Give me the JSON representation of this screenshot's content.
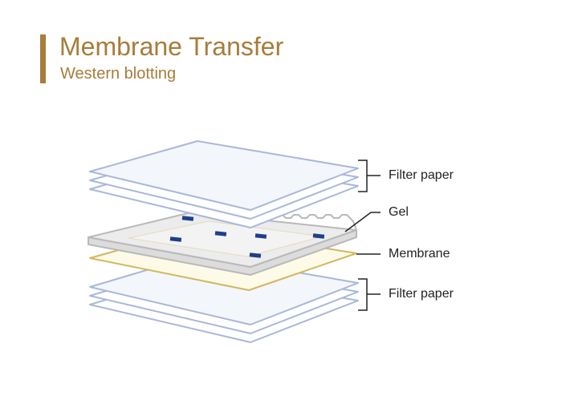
{
  "header": {
    "title": "Membrane Transfer",
    "subtitle": "Western blotting"
  },
  "labels": {
    "filter_top": "Filter paper",
    "gel": "Gel",
    "membrane": "Membrane",
    "filter_bottom": "Filter paper"
  },
  "colors": {
    "accent": "#a87c3a",
    "filter_stroke": "#a9b7d8",
    "filter_fill": "#f3f6fb",
    "gel_stroke": "#b9b9b9",
    "gel_fill": "#ececec",
    "membrane_stroke": "#d4b65e",
    "membrane_fill": "#fdfbe8",
    "band": "#1f3f8a",
    "leader": "#222222"
  }
}
